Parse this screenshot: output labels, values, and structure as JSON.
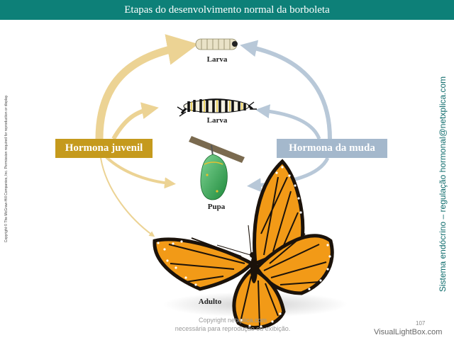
{
  "title": "Etapas do desenvolvimento normal da borboleta",
  "stages": {
    "larva_early": "Larva",
    "larva_late": "Larva",
    "pupa": "Pupa",
    "adult": "Adulto"
  },
  "hormones": {
    "juvenile": "Hormona juvenil",
    "molt": "Hormona da muda"
  },
  "side_text_left": "Copyright © The McGraw-Hill Companies, Inc. Permission required for reproduction or display.",
  "side_text_right": "Sistema endócrino – regulação hormonal@netxplica.com",
  "footer": {
    "line1": "Copyright netxplica.com",
    "line2": "necessária para reprodução ou exibição.",
    "page": "107",
    "watermark": "VisualLightBox.com"
  },
  "colors": {
    "title_bar": "#0d8078",
    "juvenile": "#c59a1d",
    "juvenile_arrow": "#ecd394",
    "molt": "#a4b8cc",
    "molt_arrow": "#b8c8d8"
  }
}
